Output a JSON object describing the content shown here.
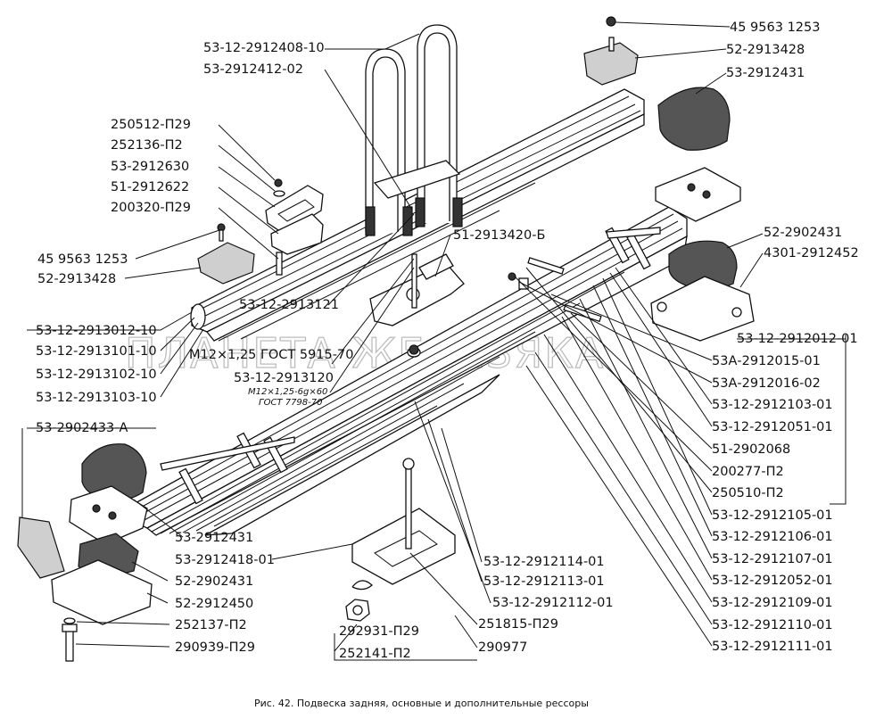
{
  "labels": {
    "l1": "45 9563 1253",
    "l2": "52-2913428",
    "l3": "53-2912431",
    "l4": "53-12-2912408-10",
    "l5": "53-2912412-02",
    "l6": "250512-П29",
    "l7": "252136-П2",
    "l8": "53-2912630",
    "l9": "51-2912622",
    "l10": "200320-П29",
    "l11": "45 9563 1253",
    "l12": "52-2913428",
    "l13": "51-2913420-Б",
    "l14": "52-2902431",
    "l15": "4301-2912452",
    "l16": "53-12-2913012-10",
    "l17": "53-12-2913101-10",
    "l18": "53-12-2913102-10",
    "l19": "53-12-2913103-10",
    "l20": "53-12-2913121",
    "l21": "М12×1,25 ГОСТ 5915-70",
    "l22": "53-12-2913120",
    "l23": "М12×1,25-6g×60",
    "l24": "ГОСТ 7798-70",
    "l25": "53-12-2912012-01",
    "l26": "53А-2912015-01",
    "l27": "53А-2912016-02",
    "l28": "53-12-2912103-01",
    "l29": "53-12-2912051-01",
    "l30": "51-2902068",
    "l31": "200277-П2",
    "l32": "250510-П2",
    "l33": "53-12-2912105-01",
    "l34": "53-12-2912106-01",
    "l35": "53-12-2912107-01",
    "l36": "53-12-2912052-01",
    "l37": "53-12-2912109-01",
    "l38": "53-12-2912110-01",
    "l39": "53-12-2912111-01",
    "l40": "53-2902433-А",
    "l41": "53-2912431",
    "l42": "53-2912418-01",
    "l43": "52-2902431",
    "l44": "52-2912450",
    "l45": "252137-П2",
    "l46": "290939-П29",
    "l47": "53-12-2912114-01",
    "l48": "53-12-2912113-01",
    "l49": "53-12-2912112-01",
    "l50": "251815-П29",
    "l51": "290977",
    "l52": "292931-П29",
    "l53": "252141-П2"
  },
  "caption": "Рис. 42. Подвеска задняя, основные и дополнительные рессоры",
  "watermark": "ПЛАНЕТА ЖЕЛЕЗЯКА"
}
